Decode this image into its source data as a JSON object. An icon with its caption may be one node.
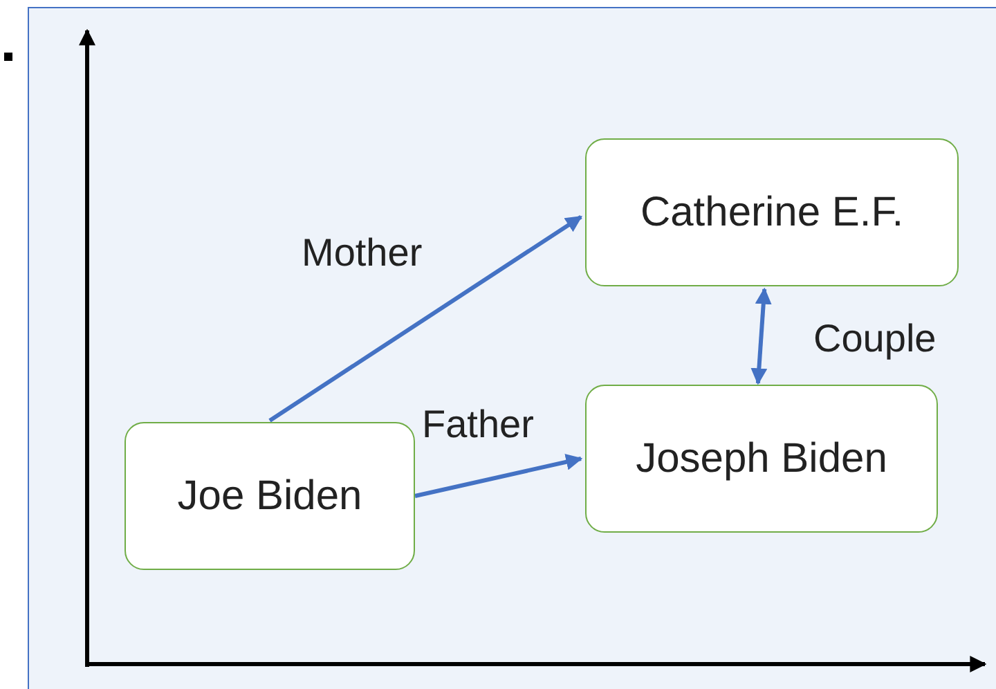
{
  "diagram": {
    "nodes": [
      {
        "text": [
          "Catherine E.F."
        ]
      },
      {
        "text": [
          "Joseph Biden"
        ]
      },
      {
        "text": [
          "Joe Biden"
        ]
      }
    ],
    "edges": [
      {
        "from": 2,
        "to": 0,
        "arrow": "to",
        "label": "Mother"
      },
      {
        "from": 2,
        "to": 1,
        "arrow": "to",
        "label": "Father"
      },
      {
        "from": 0,
        "to": 1,
        "arrow": "both",
        "label": "Couple"
      }
    ]
  }
}
